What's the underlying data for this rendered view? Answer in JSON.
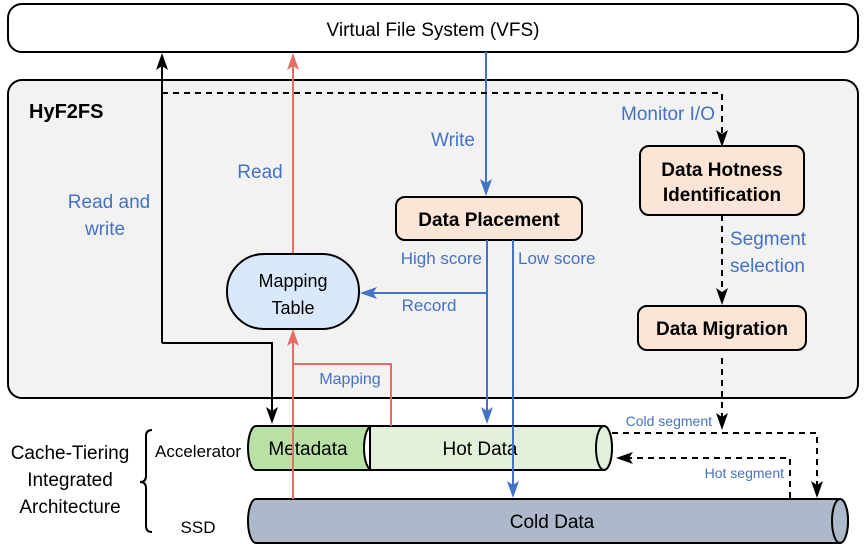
{
  "diagram": {
    "vfs": {
      "label": "Virtual File System (VFS)"
    },
    "hyf2fs": {
      "title": "HyF2FS"
    },
    "nodes": {
      "data_placement": "Data Placement",
      "data_hotness_line1": "Data Hotness",
      "data_hotness_line2": "Identification",
      "data_migration": "Data Migration",
      "mapping_table_line1": "Mapping",
      "mapping_table_line2": "Table"
    },
    "edge_labels": {
      "read_write_line1": "Read and",
      "read_write_line2": "write",
      "read": "Read",
      "write": "Write",
      "monitor_io": "Monitor I/O",
      "high_score": "High score",
      "low_score": "Low score",
      "record": "Record",
      "segment_selection_line1": "Segment",
      "segment_selection_line2": "selection",
      "mapping": "Mapping",
      "cold_segment": "Cold segment",
      "hot_segment": "Hot segment"
    },
    "storage": {
      "group_line1": "Cache-Tiering",
      "group_line2": "Integrated",
      "group_line3": "Architecture",
      "accelerator": "Accelerator",
      "ssd": "SSD",
      "metadata": "Metadata",
      "hot_data": "Hot Data",
      "cold_data": "Cold Data"
    },
    "colors": {
      "blue": "#4472c4",
      "red": "#ea6b66",
      "black": "#000000",
      "panel": "#f2f2f2",
      "node_orange": "#fbe5d6",
      "mapping_blue": "#dae8fc",
      "metadata_green": "#b9e0a5",
      "hot_green": "#e2f0d9",
      "cold_gray": "#adb9ca"
    }
  }
}
